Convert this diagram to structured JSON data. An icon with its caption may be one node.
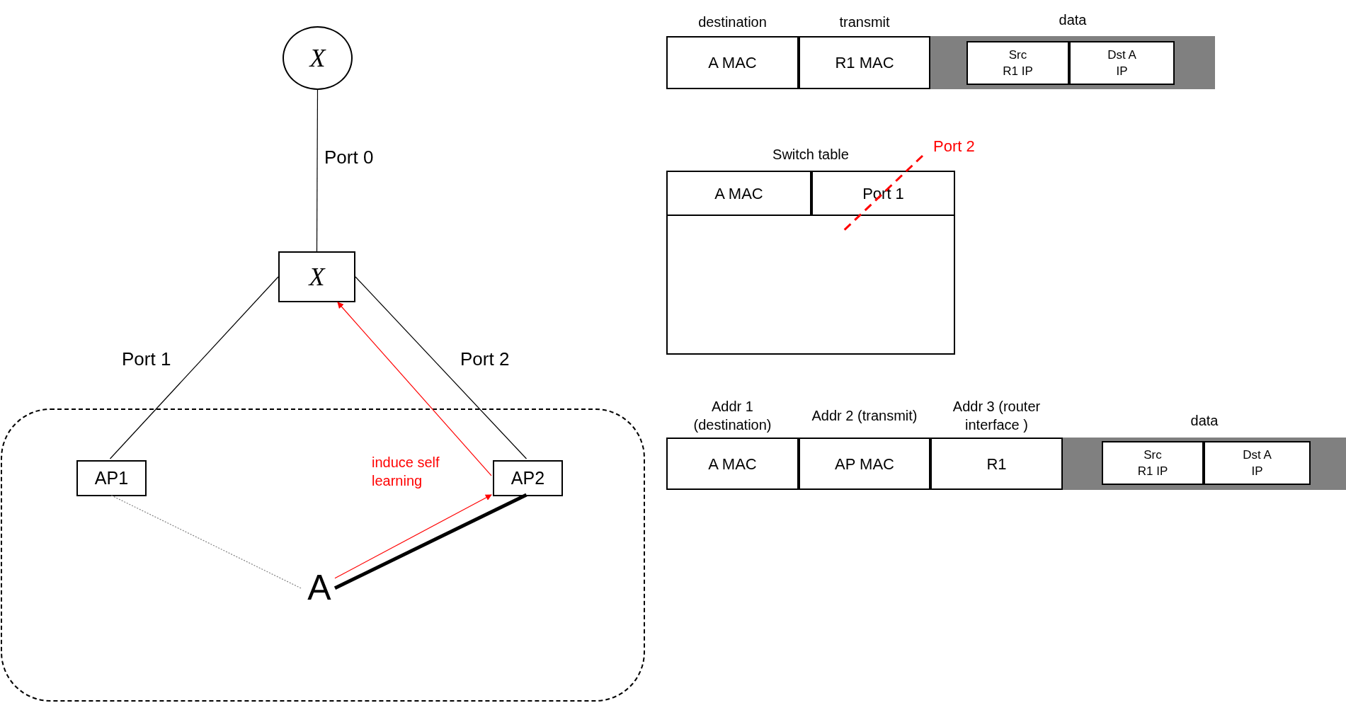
{
  "diagram": {
    "nodes": [
      {
        "text": [
          "X"
        ]
      },
      {
        "text": [
          "X"
        ]
      },
      {
        "text": [],
        "shape": "box"
      },
      {
        "text": [
          "AP1"
        ],
        "in": 2
      },
      {
        "text": [
          "AP2"
        ],
        "in": 2
      },
      {
        "text": [
          "A"
        ],
        "in": 2
      },
      {
        "text": [
          "destination",
          "A MAC"
        ]
      },
      {
        "text": [
          "transmit",
          "R1 MAC"
        ]
      },
      {
        "text": [
          "data"
        ]
      },
      {
        "text": [
          "Src R1 IP"
        ],
        "in": 8
      },
      {
        "text": [
          "Dst A IP"
        ],
        "in": 8
      },
      {
        "text": [
          "Switch table"
        ]
      },
      {
        "text": [
          "A MAC"
        ],
        "in": 11
      },
      {
        "text": [
          "Port 1"
        ],
        "in": 11
      },
      {
        "text": [
          "Addr 1 (destination)",
          "A MAC"
        ]
      },
      {
        "text": [
          "Addr 2 (transmit)",
          "AP MAC"
        ]
      },
      {
        "text": [
          "Addr 3 (router interface )",
          "R1"
        ]
      },
      {
        "text": [
          "data"
        ]
      },
      {
        "text": [
          "Src R1 IP"
        ],
        "in": 17
      },
      {
        "text": [
          "Dst A IP"
        ],
        "in": 17
      }
    ],
    "edges": [
      {
        "from": 0,
        "to": 1,
        "arrow": "none",
        "label": "Port 0"
      },
      {
        "from": 1,
        "to": 3,
        "arrow": "none",
        "label": "Port 1"
      },
      {
        "from": 1,
        "to": 4,
        "arrow": "none",
        "label": "Port 2"
      },
      {
        "from": 4,
        "to": 1,
        "arrow": "to",
        "color": "#ff0000"
      },
      {
        "from": 5,
        "to": 4,
        "arrow": "to",
        "color": "#ff0000",
        "label": "induce self learning"
      },
      {
        "from": 5,
        "to": 4,
        "arrow": "none",
        "style": "thick"
      },
      {
        "from": 5,
        "to": 3,
        "arrow": "none",
        "style": "dashed",
        "color": "#808080"
      }
    ],
    "labels": [
      "Port 2"
    ]
  }
}
